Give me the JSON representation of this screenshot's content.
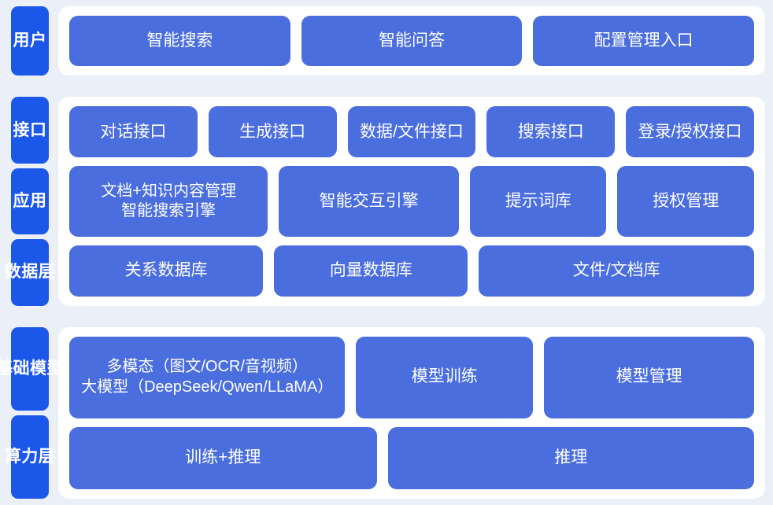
{
  "page": {
    "background_color": "#eaeff8",
    "panel_color": "#ffffff",
    "tab_color": "#1b58ea",
    "cell_color": "#4a6ede",
    "text_color": "#ffffff"
  },
  "sections": [
    {
      "id": "user",
      "tabs": [
        {
          "label": "用户",
          "chars": [
            "用",
            "户"
          ]
        }
      ],
      "rows": [
        {
          "cells": [
            {
              "label": "智能搜索"
            },
            {
              "label": "智能问答"
            },
            {
              "label": "配置管理入口"
            }
          ]
        }
      ]
    },
    {
      "id": "platform",
      "tabs": [
        {
          "label": "接口",
          "chars": [
            "接",
            "口"
          ]
        },
        {
          "label": "应用",
          "chars": [
            "应",
            "用"
          ]
        },
        {
          "label": "数据层",
          "chars": [
            "数",
            "据",
            "层"
          ]
        }
      ],
      "rows": [
        {
          "cells": [
            {
              "label": "对话接口"
            },
            {
              "label": "生成接口"
            },
            {
              "label": "数据/文件接口"
            },
            {
              "label": "搜索接口"
            },
            {
              "label": "登录/授权接口"
            }
          ]
        },
        {
          "cells": [
            {
              "label": "文档+知识内容管理\n智能搜索引擎"
            },
            {
              "label": "智能交互引擎"
            },
            {
              "label": "提示词库"
            },
            {
              "label": "授权管理"
            }
          ]
        },
        {
          "cells": [
            {
              "label": "关系数据库"
            },
            {
              "label": "向量数据库"
            },
            {
              "label": "文件/文档库"
            }
          ]
        }
      ]
    },
    {
      "id": "base",
      "tabs": [
        {
          "label": "基础模型",
          "chars": [
            "基",
            "础",
            "模",
            "型"
          ]
        },
        {
          "label": "算力层",
          "chars": [
            "算",
            "力",
            "层"
          ]
        }
      ],
      "rows": [
        {
          "cells": [
            {
              "label": "多模态（图文/OCR/音视频）\n大模型（DeepSeek/Qwen/LLaMA）"
            },
            {
              "label": "模型训练"
            },
            {
              "label": "模型管理"
            }
          ]
        },
        {
          "cells": [
            {
              "label": "训练+推理"
            },
            {
              "label": "推理"
            }
          ]
        }
      ]
    }
  ]
}
